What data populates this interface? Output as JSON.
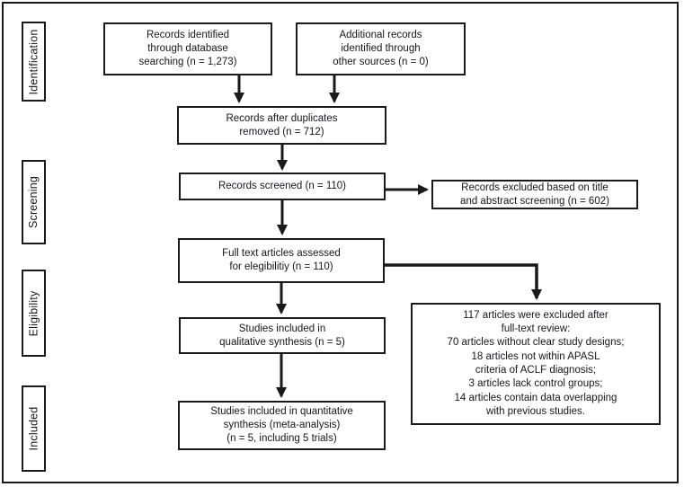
{
  "figure": {
    "kind": "study-selection-flow-diagram"
  },
  "stages": [
    {
      "label": "Identification"
    },
    {
      "label": "Screening"
    },
    {
      "label": "Eligibility"
    },
    {
      "label": "Included"
    }
  ],
  "boxes": {
    "db_search": {
      "text": "Records identified\nthrough database\nsearching (n = 1,273)",
      "n": "1,273"
    },
    "other_sources": {
      "text": "Additional records\nidentified through\nother sources (n = 0)",
      "n": "0"
    },
    "duplicates_removed": {
      "text": "Records after duplicates\nremoved (n = 712)",
      "n": "712"
    },
    "screened": {
      "text": "Records screened (n = 110)",
      "n": "110"
    },
    "excluded_screening": {
      "text": "Records excluded based on title\nand abstract screening (n = 602)",
      "n": "602"
    },
    "fulltext_assessed": {
      "text": "Full text articles assessed\nfor elegibilitiy (n = 110)",
      "n": "110"
    },
    "excluded_fulltext": {
      "text": "117 articles were excluded after\nfull-text review:\n70 articles without clear study designs;\n18 articles not within APASL\ncriteria of ACLF diagnosis;\n3 articles lack control groups;\n14 articles contain data overlapping\nwith previous studies.",
      "n_total": "117",
      "exclusion_reasons": [
        {
          "n": "70",
          "reason": "articles without clear study designs"
        },
        {
          "n": "18",
          "reason": "articles not within APASL criteria of ACLF diagnosis"
        },
        {
          "n": "3",
          "reason": "articles lack control groups"
        },
        {
          "n": "14",
          "reason": "articles contain data overlapping with previous studies"
        }
      ]
    },
    "qualitative_synthesis": {
      "text": "Studies included in\nqualitative synthesis (n = 5)",
      "n": "5"
    },
    "quantitative_synthesis": {
      "text": "Studies included in quantitative\nsynthesis (meta-analysis)\n(n = 5, including 5 trials)",
      "n": "5, including 5 trials"
    }
  },
  "edges": [
    {
      "from": "db_search",
      "to": "duplicates_removed"
    },
    {
      "from": "other_sources",
      "to": "duplicates_removed"
    },
    {
      "from": "duplicates_removed",
      "to": "screened"
    },
    {
      "from": "screened",
      "to": "excluded_screening"
    },
    {
      "from": "screened",
      "to": "fulltext_assessed"
    },
    {
      "from": "fulltext_assessed",
      "to": "excluded_fulltext"
    },
    {
      "from": "fulltext_assessed",
      "to": "qualitative_synthesis"
    },
    {
      "from": "qualitative_synthesis",
      "to": "quantitative_synthesis"
    }
  ],
  "colors": {
    "line": "#1a1a1a",
    "text": "#15151c",
    "background": "#ffffff"
  }
}
